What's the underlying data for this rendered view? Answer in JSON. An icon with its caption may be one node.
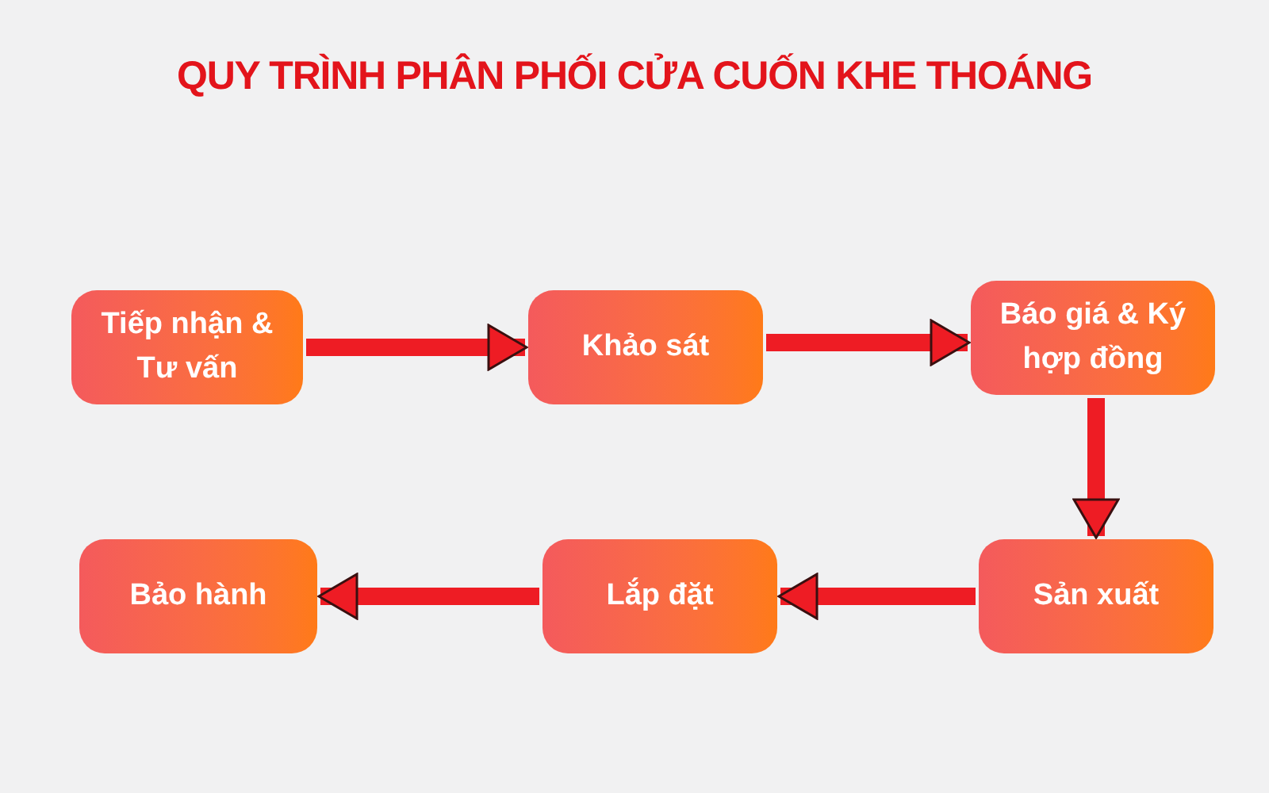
{
  "diagram": {
    "title": "QUY TRÌNH PHÂN PHỐI CỬA CUỐN KHE THOÁNG",
    "nodes": [
      {
        "text": [
          "Tiếp nhận & Tư vấn"
        ]
      },
      {
        "text": [
          "Khảo sát"
        ]
      },
      {
        "text": [
          "Báo giá & Ký hợp đồng"
        ]
      },
      {
        "text": [
          "Sản xuất"
        ]
      },
      {
        "text": [
          "Lắp đặt"
        ]
      },
      {
        "text": [
          "Bảo hành"
        ]
      }
    ],
    "edges": [
      {
        "from": 0,
        "to": 1,
        "arrow": "to"
      },
      {
        "from": 1,
        "to": 2,
        "arrow": "to"
      },
      {
        "from": 2,
        "to": 3,
        "arrow": "to"
      },
      {
        "from": 3,
        "to": 4,
        "arrow": "to"
      },
      {
        "from": 4,
        "to": 5,
        "arrow": "to"
      }
    ]
  }
}
